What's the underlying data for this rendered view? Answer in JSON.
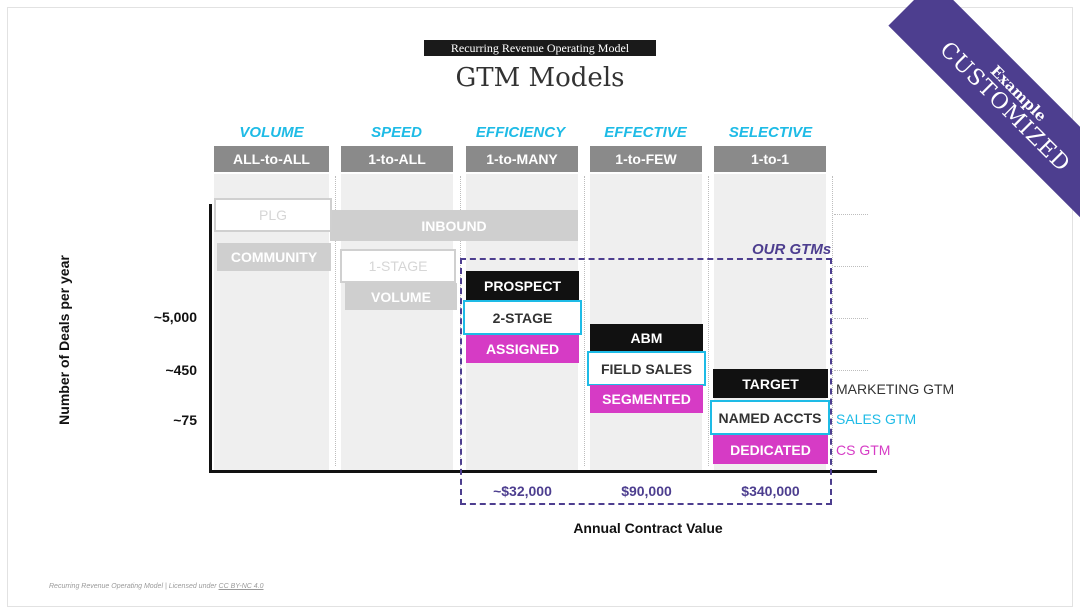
{
  "header": {
    "kicker": "Recurring Revenue Operating Model",
    "title": "GTM Models"
  },
  "banner": {
    "line1": "Example",
    "line2": "CUSTOMIZED"
  },
  "columns": [
    {
      "category": "VOLUME",
      "model": "ALL-to-ALL"
    },
    {
      "category": "SPEED",
      "model": "1-to-ALL"
    },
    {
      "category": "EFFICIENCY",
      "model": "1-to-MANY"
    },
    {
      "category": "EFFECTIVE",
      "model": "1-to-FEW"
    },
    {
      "category": "SELECTIVE",
      "model": "1-to-1"
    }
  ],
  "boxes": {
    "plg": "PLG",
    "inbound": "INBOUND",
    "community": "COMMUNITY",
    "one_stage": "1-STAGE",
    "volume": "VOLUME",
    "prospect": "PROSPECT",
    "two_stage": "2-STAGE",
    "assigned": "ASSIGNED",
    "abm": "ABM",
    "field_sales": "FIELD SALES",
    "segmented": "SEGMENTED",
    "target": "TARGET",
    "named_accts": "NAMED ACCTS",
    "dedicated": "DEDICATED"
  },
  "our_gtms": "OUR GTMs",
  "y_axis": {
    "label": "Number of Deals per year",
    "ticks": [
      "~5,000",
      "~450",
      "~75"
    ]
  },
  "x_axis": {
    "label": "Annual Contract Value",
    "ticks": [
      "~$32,000",
      "$90,000",
      "$340,000"
    ]
  },
  "legend": [
    {
      "label": "MARKETING GTM",
      "color": "#333333"
    },
    {
      "label": "SALES GTM",
      "color": "#1ebbe6"
    },
    {
      "label": "CS GTM",
      "color": "#d63bc5"
    }
  ],
  "footer": {
    "text": "Recurring Revenue Operating Model | Licensed under ",
    "link": "CC BY-NC 4.0"
  },
  "colors": {
    "accent_cyan": "#1ebbe6",
    "pink": "#d63bc5",
    "purple": "#4d3e8f",
    "column_header": "#8a8a8a"
  }
}
